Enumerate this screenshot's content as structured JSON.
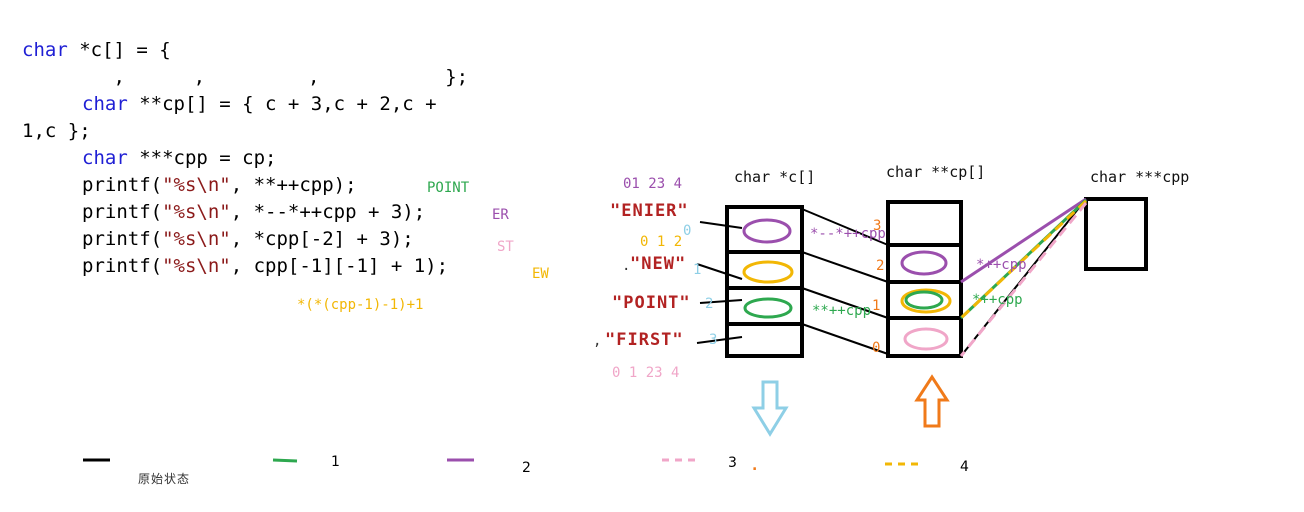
{
  "code": {
    "line1_kw": "char",
    "line1_rest": " *c[] = {",
    "line2": "        ,      ,         ,           };",
    "line3_kw": "char",
    "line3_rest": " **cp[] = { c + 3,c + 2,c +",
    "line4": "1,c };",
    "line5_kw": "char",
    "line5_rest": " ***cpp = cp;",
    "line6_a": "printf(",
    "line6_str": "\"%s\\n\"",
    "line6_b": ", **++cpp);",
    "line7_a": "printf(",
    "line7_str": "\"%s\\n\"",
    "line7_b": ", *--*++cpp + 3);",
    "line8_a": "printf(",
    "line8_str": "\"%s\\n\"",
    "line8_b": ", *cpp[-2] + 3);",
    "line9_a": "printf(",
    "line9_str": "\"%s\\n\"",
    "line9_b": ", cpp[-1][-1] + 1);"
  },
  "outputs": {
    "out1": "POINT",
    "out2": "ER",
    "out3": "ST",
    "out4": "EW",
    "expr4": "*(*(cpp-1)-1)+1"
  },
  "diagram": {
    "c_title": "char *c[]",
    "cp_title": "char **cp[]",
    "cpp_title": "char ***cpp",
    "strings": [
      "\"ENIER\"",
      "\"NEW\"",
      "\"POINT\"",
      "\"FIRST\""
    ],
    "str_prefix_new": ".",
    "str_prefix_first": ",",
    "enter_idx": "01 23 4",
    "new_idx": "0 1 2",
    "first_idx": "0 1 23 4",
    "c_idx_0": "0",
    "c_idx_1": "1",
    "c_idx_2": "2",
    "c_idx_3": "3",
    "cp_idx_3": "3",
    "cp_idx_2": "2",
    "cp_idx_1": "1",
    "cp_idx_0": "0",
    "op_c_purple": "*--*++cpp",
    "op_c_green": "**++cpp",
    "op_cp_purple": "*++cpp",
    "op_cp_green": "*++cpp"
  },
  "legend": {
    "original_label": "原始状态",
    "l1": "1",
    "l2": "2",
    "l3": "3",
    "l4": "4",
    "dot": "."
  },
  "colors": {
    "purple": "#9b4fad",
    "green": "#2ea84f",
    "yellow": "#f2b705",
    "pink": "#f0a6c8",
    "orange": "#f07a1a",
    "lightblue": "#8ecfe6"
  }
}
